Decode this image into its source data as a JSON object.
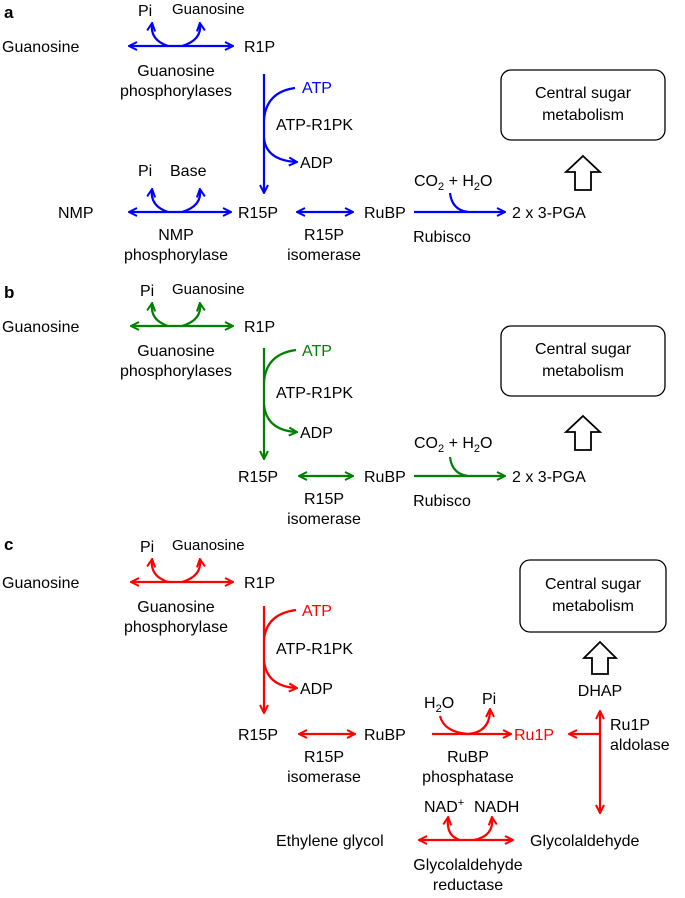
{
  "colors": {
    "a": "#0000ff",
    "b": "#008000",
    "c": "#ff0000",
    "text": "#000000"
  },
  "panels": {
    "a": {
      "label": "a",
      "pi": "Pi",
      "guanosine_top": "Guanosine",
      "guanosine": "Guanosine",
      "r1p": "R1P",
      "enzyme1_line1": "Guanosine",
      "enzyme1_line2": "phosphorylases",
      "atp": "ATP",
      "atp_r1pk": "ATP-R1PK",
      "adp": "ADP",
      "pi2": "Pi",
      "base": "Base",
      "nmp": "NMP",
      "r15p": "R15P",
      "nmp_enz_line1": "NMP",
      "nmp_enz_line2": "phosphorylase",
      "isomerase_line1": "R15P",
      "isomerase_line2": "isomerase",
      "rubp": "RuBP",
      "co2": "CO",
      "co2_sub": "2",
      "co2_rest": " + H",
      "h2o_sub": "2",
      "h2o_end": "O",
      "pga": "2 x 3-PGA",
      "rubisco": "Rubisco",
      "central_line1": "Central sugar",
      "central_line2": "metabolism"
    },
    "b": {
      "label": "b",
      "pi": "Pi",
      "guanosine_top": "Guanosine",
      "guanosine": "Guanosine",
      "r1p": "R1P",
      "enzyme1_line1": "Guanosine",
      "enzyme1_line2": "phosphorylases",
      "atp": "ATP",
      "atp_r1pk": "ATP-R1PK",
      "adp": "ADP",
      "r15p": "R15P",
      "isomerase_line1": "R15P",
      "isomerase_line2": "isomerase",
      "rubp": "RuBP",
      "co2": "CO",
      "co2_sub": "2",
      "co2_rest": " + H",
      "h2o_sub": "2",
      "h2o_end": "O",
      "pga": "2 x 3-PGA",
      "rubisco": "Rubisco",
      "central_line1": "Central sugar",
      "central_line2": "metabolism"
    },
    "c": {
      "label": "c",
      "pi": "Pi",
      "guanosine_top": "Guanosine",
      "guanosine": "Guanosine",
      "r1p": "R1P",
      "enzyme1_line1": "Guanosine",
      "enzyme1_line2": "phosphorylase",
      "atp": "ATP",
      "atp_r1pk": "ATP-R1PK",
      "adp": "ADP",
      "r15p": "R15P",
      "isomerase_line1": "R15P",
      "isomerase_line2": "isomerase",
      "rubp": "RuBP",
      "h2o_h": "H",
      "h2o_sub": "2",
      "h2o_end": "O",
      "pi2": "Pi",
      "ru1p": "Ru1P",
      "phosphatase_line1": "RuBP",
      "phosphatase_line2": "phosphatase",
      "dhap": "DHAP",
      "aldolase_line1": "Ru1P",
      "aldolase_line2": "aldolase",
      "nad": "NAD",
      "nad_sup": "+",
      "nadh": "NADH",
      "ethylene_glycol": "Ethylene glycol",
      "glycolaldehyde": "Glycolaldehyde",
      "reductase_line1": "Glycolaldehyde",
      "reductase_line2": "reductase",
      "central_line1": "Central sugar",
      "central_line2": "metabolism"
    }
  }
}
